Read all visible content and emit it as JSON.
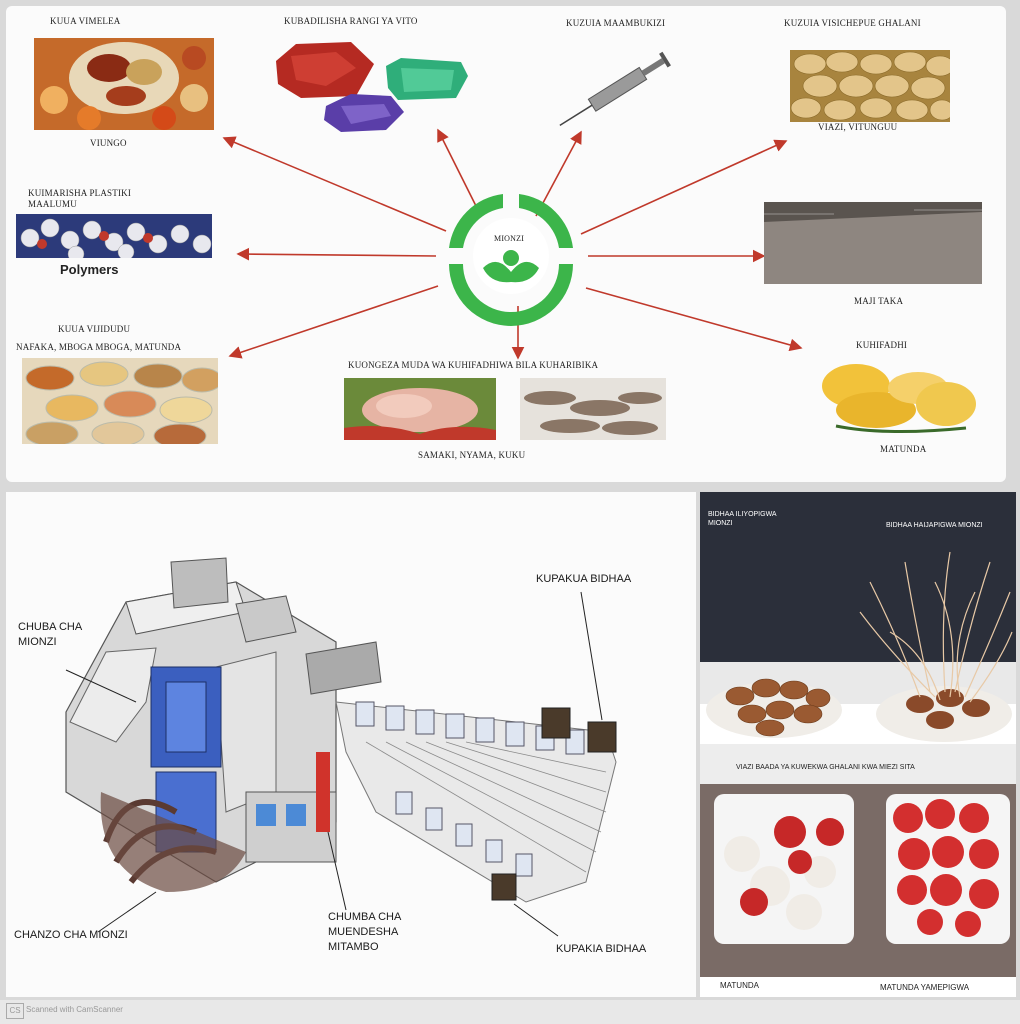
{
  "center": {
    "label": "MIONZI"
  },
  "top_left": {
    "title": "KUUA VIMELEA",
    "caption": "VIUNGO"
  },
  "gems": {
    "title": "KUBADILISHA RANGI YA VITO"
  },
  "syringe": {
    "title": "KUZUIA MAAMBUKIZI"
  },
  "potatoes": {
    "title": "KUZUIA VISICHEPUE GHALANI",
    "caption": "VIAZI, VITUNGUU"
  },
  "plastic": {
    "title_line1": "KUIMARISHA PLASTIKI",
    "title_line2": "MAALUMU",
    "caption": "Polymers"
  },
  "water": {
    "caption": "MAJI TAKA"
  },
  "grains": {
    "title": "KUUA VIJIDUDU",
    "subtitle": "NAFAKA, MBOGA MBOGA, MATUNDA"
  },
  "meat": {
    "title": "KUONGEZA MUDA WA KUHIFADHIWA BILA KUHARIBIKA",
    "caption": "SAMAKI, NYAMA, KUKU"
  },
  "fruit": {
    "title": "KUHIFADHI",
    "caption": "MATUNDA"
  },
  "plant": {
    "chamber_line1": "CHUBA CHA",
    "chamber_line2": "MIONZI",
    "unload": "KUPAKUA BIDHAA",
    "source": "CHANZO CHA MIONZI",
    "control_line1": "CHUMBA CHA",
    "control_line2": "MUENDESHA",
    "control_line3": "MITAMBO",
    "load": "KUPAKIA BIDHAA"
  },
  "photos": {
    "irradiated_line1": "BIDHAA ILIYOPIGWA",
    "irradiated_line2": "MIONZI",
    "not_irradiated": "BIDHAA HAIJAPIGWA MIONZI",
    "potato_caption": "VIAZI BAADA YA KUWEKWA GHALANI KWA MIEZI SITA",
    "fruit_left": "MATUNDA",
    "fruit_right": "MATUNDA YAMEPIGWA"
  },
  "footer": {
    "text": "Scanned with CamScanner",
    "logo": "CS"
  },
  "colors": {
    "arrow": "#c0392b",
    "logo_green": "#3cb54a"
  }
}
